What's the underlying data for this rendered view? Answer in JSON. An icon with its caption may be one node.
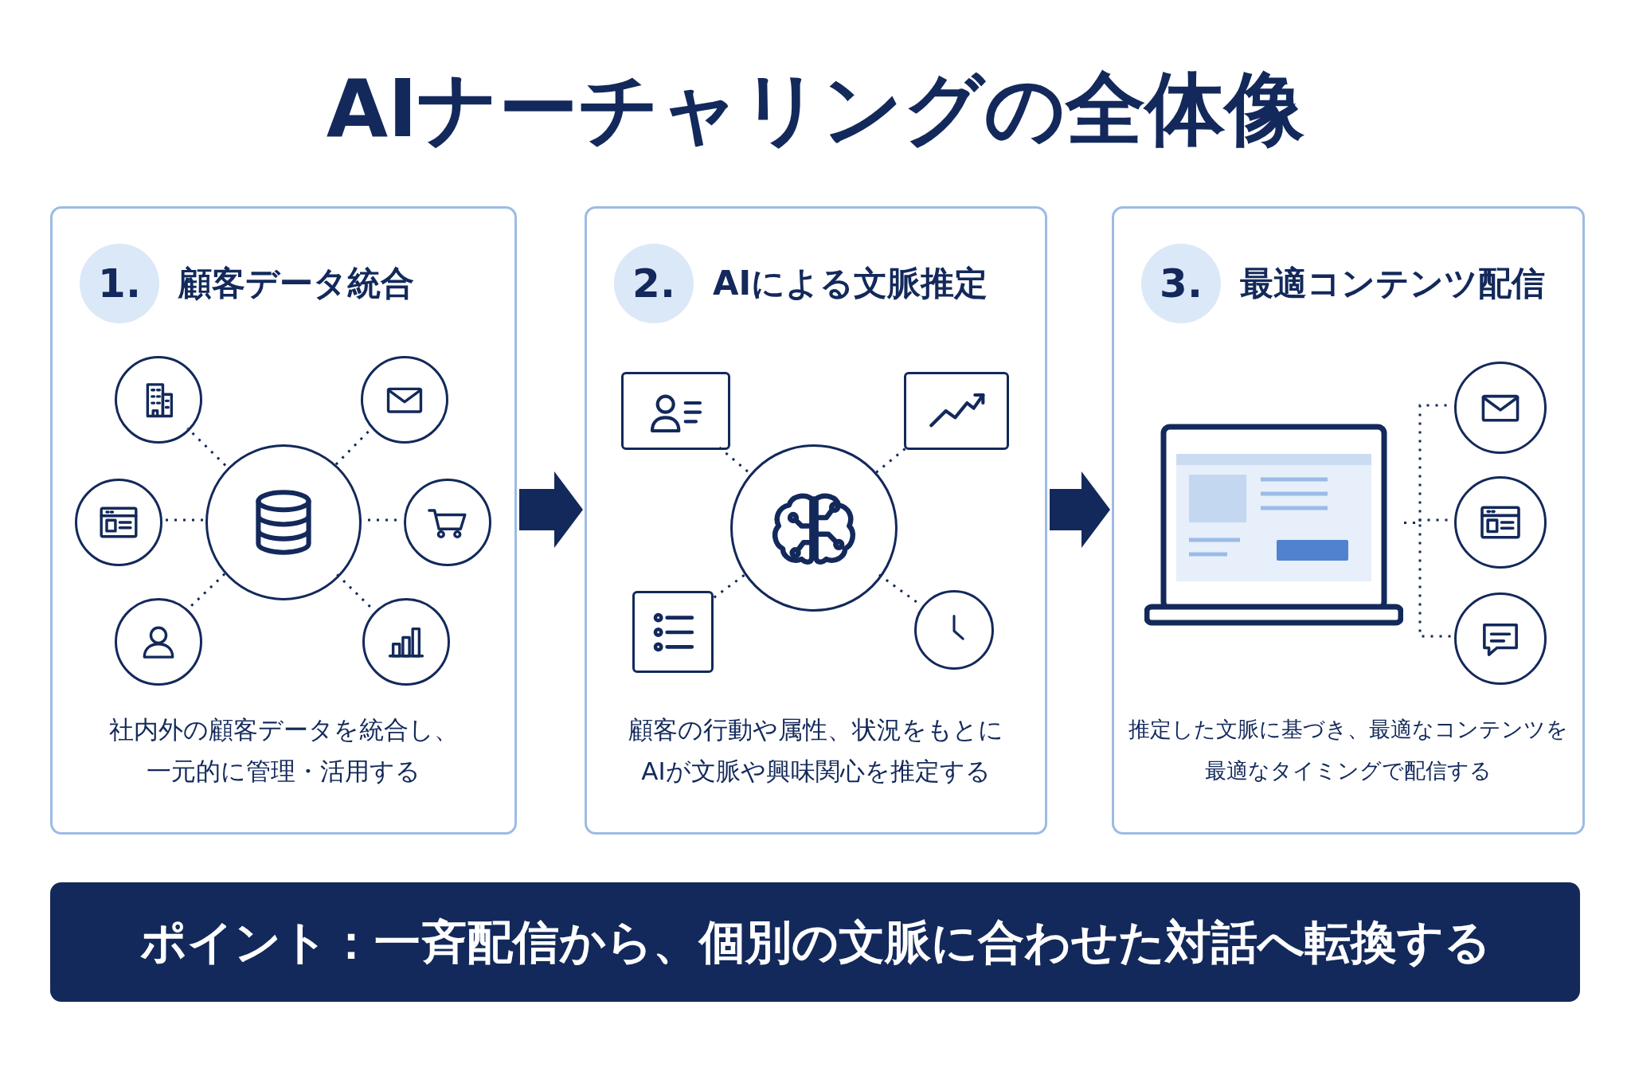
{
  "diagram": {
    "title": "AIナーチャリングの全体像",
    "nodes": [
      {
        "text": [
          "1.",
          "顧客データ統合",
          "社内外の顧客データを統合し、一元的に管理・活用する"
        ]
      },
      {
        "text": [],
        "shape": "circle",
        "in": 0
      },
      {
        "text": [],
        "shape": "circle",
        "in": 0
      },
      {
        "text": [],
        "shape": "circle",
        "in": 0
      },
      {
        "text": [],
        "shape": "circle",
        "in": 0
      },
      {
        "text": [],
        "shape": "circle",
        "in": 0
      },
      {
        "text": [],
        "shape": "circle",
        "in": 0
      },
      {
        "text": [],
        "shape": "circle",
        "in": 0
      },
      {
        "text": [
          "2.",
          "AIによる文脈推定",
          "顧客の行動や属性、状況をもとにAIが文脈や興味関心を推定する"
        ]
      },
      {
        "text": [],
        "shape": "box",
        "in": 8
      },
      {
        "text": [],
        "shape": "box",
        "in": 8
      },
      {
        "text": [],
        "shape": "circle",
        "in": 8
      },
      {
        "text": [],
        "shape": "box",
        "in": 8
      },
      {
        "text": [],
        "shape": "circle",
        "in": 8
      },
      {
        "text": [
          "3.",
          "最適コンテンツ配信",
          "推定した文脈に基づき、最適なコンテンツを最適なタイミングで配信する"
        ]
      },
      {
        "text": [],
        "shape": "laptop",
        "in": 14
      },
      {
        "text": [],
        "shape": "circle",
        "in": 14
      },
      {
        "text": [],
        "shape": "circle",
        "in": 14
      },
      {
        "text": [],
        "shape": "circle",
        "in": 14
      },
      {
        "text": [
          "ポイント：一斉配信から、個別の文脈に合わせた対話へ転換する"
        ]
      }
    ],
    "edges": [
      {
        "from": 0,
        "to": 8,
        "arrow": "to",
        "style": "thick"
      },
      {
        "from": 8,
        "to": 14,
        "arrow": "to",
        "style": "thick"
      },
      {
        "from": 4,
        "to": 1,
        "arrow": "none",
        "style": "dashed"
      },
      {
        "from": 4,
        "to": 2,
        "arrow": "none",
        "style": "dashed"
      },
      {
        "from": 4,
        "to": 3,
        "arrow": "none",
        "style": "dashed"
      },
      {
        "from": 4,
        "to": 5,
        "arrow": "none",
        "style": "dashed"
      },
      {
        "from": 4,
        "to": 6,
        "arrow": "none",
        "style": "dashed"
      },
      {
        "from": 4,
        "to": 7,
        "arrow": "none",
        "style": "dashed"
      },
      {
        "from": 11,
        "to": 9,
        "arrow": "none",
        "style": "dashed"
      },
      {
        "from": 11,
        "to": 10,
        "arrow": "none",
        "style": "dashed"
      },
      {
        "from": 11,
        "to": 12,
        "arrow": "none",
        "style": "dashed"
      },
      {
        "from": 11,
        "to": 13,
        "arrow": "none",
        "style": "dashed"
      },
      {
        "from": 15,
        "to": 16,
        "arrow": "none",
        "style": "dashed"
      },
      {
        "from": 15,
        "to": 17,
        "arrow": "none",
        "style": "dashed"
      },
      {
        "from": 15,
        "to": 18,
        "arrow": "none",
        "style": "dashed"
      }
    ]
  }
}
